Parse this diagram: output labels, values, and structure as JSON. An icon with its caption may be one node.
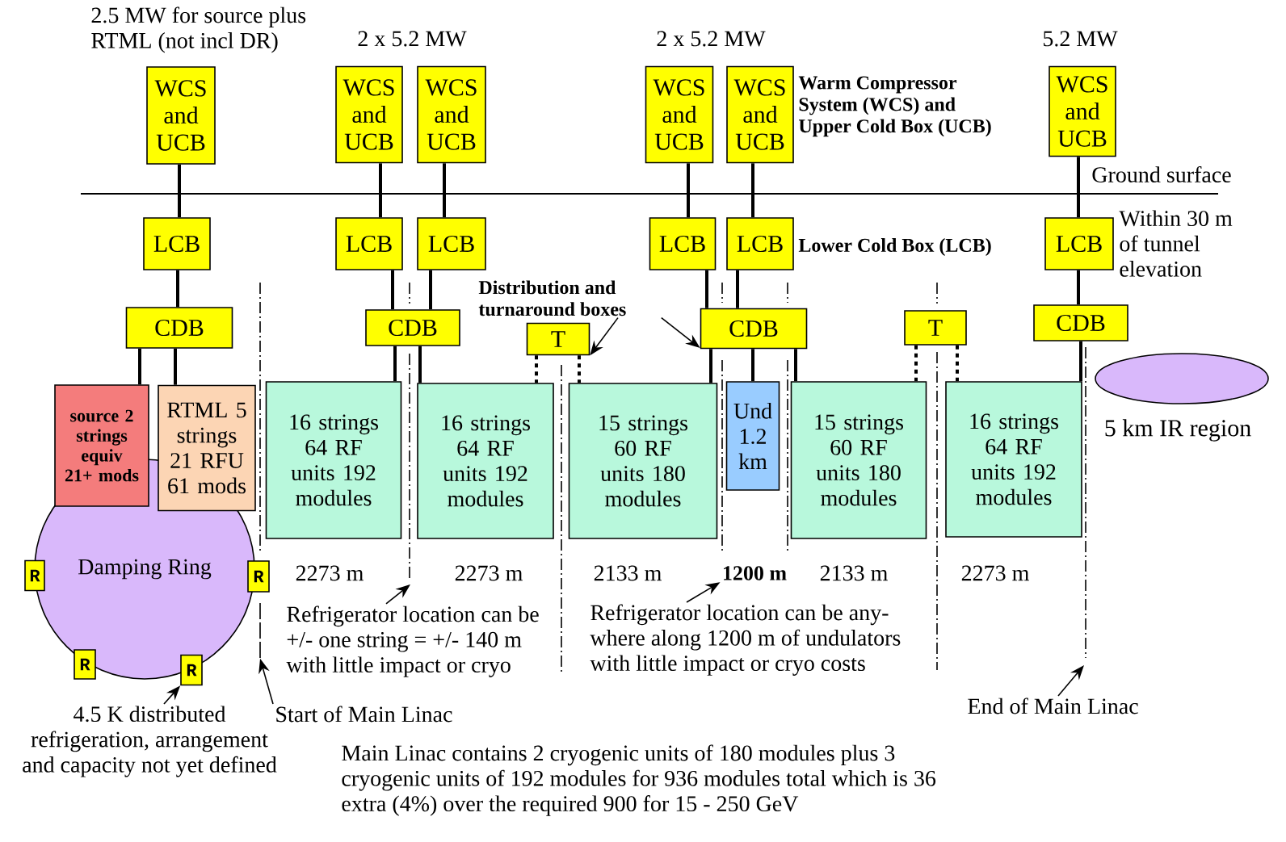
{
  "diagram": {
    "nodes": [
      {
        "text": [
          "WCS and UCB"
        ]
      },
      {
        "text": [
          "WCS and UCB"
        ]
      },
      {
        "text": [
          "WCS and UCB"
        ]
      },
      {
        "text": [
          "WCS and UCB"
        ]
      },
      {
        "text": [
          "WCS and UCB"
        ]
      },
      {
        "text": [
          "WCS and UCB"
        ],
        "beside": [
          "5.2 MW"
        ]
      },
      {
        "text": [
          "LCB"
        ]
      },
      {
        "text": [
          "LCB"
        ]
      },
      {
        "text": [
          "LCB"
        ]
      },
      {
        "text": [
          "LCB"
        ]
      },
      {
        "text": [
          "LCB"
        ]
      },
      {
        "text": [
          "LCB"
        ]
      },
      {
        "text": [
          "CDB"
        ]
      },
      {
        "text": [
          "CDB"
        ]
      },
      {
        "text": [
          "T"
        ]
      },
      {
        "text": [
          "CDB"
        ]
      },
      {
        "text": [
          "T"
        ]
      },
      {
        "text": [
          "CDB"
        ]
      },
      {
        "text": [
          "source 2 strings equiv 21+ mods"
        ]
      },
      {
        "text": [
          "RTML 5 strings 21 RFU 61 mods"
        ]
      },
      {
        "text": [
          "16 strings 64 RF units 192 modules"
        ]
      },
      {
        "text": [
          "16 strings 64 RF units 192 modules"
        ]
      },
      {
        "text": [
          "15 strings 60 RF units 180 modules"
        ]
      },
      {
        "text": [
          "Und 1.2 km"
        ]
      },
      {
        "text": [
          "15 strings 60 RF units 180 modules"
        ]
      },
      {
        "text": [
          "16 strings 64 RF units 192 modules"
        ]
      },
      {
        "text": [],
        "shape": "ellipse",
        "beside": [
          "5 km IR region"
        ]
      },
      {
        "text": [
          "Damping Ring"
        ]
      },
      {
        "text": [
          "R"
        ]
      },
      {
        "text": [
          "R"
        ]
      },
      {
        "text": [
          "R"
        ]
      },
      {
        "text": [
          "R"
        ]
      },
      {
        "text": [
          "Distribution and turnaround boxes"
        ]
      },
      {
        "text": [
          "4.5 K distributed refrigeration, arrangement and capacity not yet defined"
        ]
      },
      {
        "text": [
          "Start of Main Linac"
        ]
      },
      {
        "text": [
          "Refrigerator location can be +/- one string = +/- 140 m with little impact or cryo"
        ]
      },
      {
        "text": [
          "Refrigerator location can be any- where along 1200 m of undulators with little impact or cryo costs"
        ]
      },
      {
        "text": [
          "End of Main Linac"
        ]
      },
      {
        "text": [
          "1200 m"
        ]
      },
      {
        "text": [],
        "shape": "line"
      }
    ],
    "edges": [
      {
        "from": 0,
        "to": 6,
        "arrow": "none"
      },
      {
        "from": 1,
        "to": 7,
        "arrow": "none"
      },
      {
        "from": 2,
        "to": 8,
        "arrow": "none"
      },
      {
        "from": 3,
        "to": 9,
        "arrow": "none"
      },
      {
        "from": 4,
        "to": 10,
        "arrow": "none"
      },
      {
        "from": 5,
        "to": 11,
        "arrow": "none"
      },
      {
        "from": 6,
        "to": 12,
        "arrow": "none"
      },
      {
        "from": 7,
        "to": 13,
        "arrow": "none"
      },
      {
        "from": 8,
        "to": 13,
        "arrow": "none"
      },
      {
        "from": 9,
        "to": 15,
        "arrow": "none"
      },
      {
        "from": 10,
        "to": 15,
        "arrow": "none"
      },
      {
        "from": 11,
        "to": 17,
        "arrow": "none"
      },
      {
        "from": 12,
        "to": 18,
        "arrow": "none"
      },
      {
        "from": 12,
        "to": 19,
        "arrow": "none"
      },
      {
        "from": 13,
        "to": 20,
        "arrow": "none"
      },
      {
        "from": 13,
        "to": 21,
        "arrow": "none"
      },
      {
        "from": 15,
        "to": 22,
        "arrow": "none"
      },
      {
        "from": 15,
        "to": 23,
        "arrow": "none"
      },
      {
        "from": 15,
        "to": 24,
        "arrow": "none"
      },
      {
        "from": 17,
        "to": 25,
        "arrow": "none"
      },
      {
        "from": 14,
        "to": 21,
        "arrow": "none",
        "style": "dashed"
      },
      {
        "from": 14,
        "to": 22,
        "arrow": "none",
        "style": "dashed"
      },
      {
        "from": 16,
        "to": 24,
        "arrow": "none",
        "style": "dashed"
      },
      {
        "from": 16,
        "to": 25,
        "arrow": "none",
        "style": "dashed"
      },
      {
        "from": 32,
        "to": 14,
        "arrow": "to"
      },
      {
        "from": 32,
        "to": 15,
        "arrow": "to"
      },
      {
        "from": 33,
        "to": 31,
        "arrow": "to"
      },
      {
        "from": 34,
        "to": 39,
        "arrow": "to"
      },
      {
        "from": 35,
        "to": null,
        "arrow": "to"
      },
      {
        "from": 36,
        "to": 38,
        "arrow": "to"
      },
      {
        "from": 37,
        "to": null,
        "arrow": "to"
      }
    ],
    "labels": [
      "2.5 MW for source plus RTML (not incl DR)",
      "2 x 5.2 MW",
      "2 x 5.2 MW",
      "Warm Compressor System (WCS) and Upper Cold Box (UCB)",
      "Ground surface",
      "Lower Cold Box (LCB)",
      "Within 30 m of tunnel elevation",
      "2273 m",
      "2273 m",
      "2133 m",
      "2133 m",
      "2273 m",
      "Main Linac contains 2 cryogenic units of 180 modules plus 3 cryogenic units of 192 modules for 936 modules total which is 36 extra (4%) over the required 900 for 15 - 250 GeV"
    ]
  }
}
